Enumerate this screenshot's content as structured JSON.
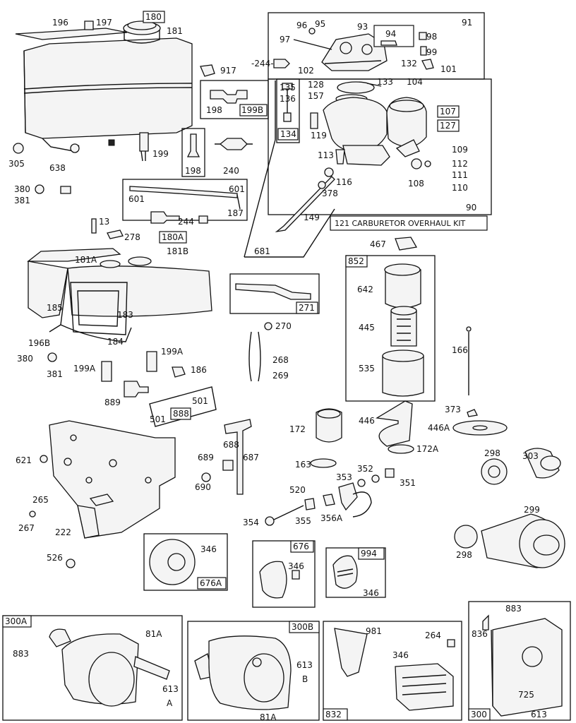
{
  "diagram": {
    "kit_title": "121 CARBURETOR OVERHAUL KIT",
    "labels": {
      "l196": "196",
      "l197": "197",
      "l180": "180",
      "l181": "181",
      "l917": "917",
      "l244a": "-244-",
      "l244b": "244",
      "l198a": "198",
      "l199b": "199B",
      "l198b": "198",
      "l199": "199",
      "l240": "240",
      "l305": "305",
      "l638": "638",
      "l135": "135",
      "l136": "136",
      "l134": "134",
      "l119": "119",
      "l91": "91",
      "l96": "96",
      "l95": "95",
      "l93": "93",
      "l94": "94",
      "l98": "98",
      "l99": "99",
      "l97": "97",
      "l132": "132",
      "l101": "101",
      "l102": "102",
      "l128": "128",
      "l133": "133",
      "l104": "104",
      "l157": "157",
      "l107": "107",
      "l127": "127",
      "l113": "113",
      "l116": "116",
      "l378": "378",
      "l149": "149",
      "l681": "681",
      "l109": "109",
      "l112": "112",
      "l111": "111",
      "l110": "110",
      "l108": "108",
      "l90": "90",
      "l380a": "380",
      "l381a": "381",
      "l601a": "601",
      "l601b": "601",
      "l187": "187",
      "l13": "13",
      "l278": "278",
      "l180a": "180A",
      "l181a": "181A",
      "l181b": "181B",
      "l185": "185",
      "l183": "183",
      "l196b": "196B",
      "l184": "184",
      "l380b": "380",
      "l381b": "381",
      "l199a1": "199A",
      "l199a2": "199A",
      "l186": "186",
      "l889": "889",
      "l888": "888",
      "l501a": "501",
      "l501b": "501",
      "l271": "271",
      "l270": "270",
      "l268": "268",
      "l269": "269",
      "l467": "467",
      "l852": "852",
      "l642": "642",
      "l445": "445",
      "l535": "535",
      "l166": "166",
      "l373": "373",
      "l446": "446",
      "l446a": "446A",
      "l172": "172",
      "l172a": "172A",
      "l163": "163",
      "l298a": "298",
      "l303": "303",
      "l299": "299",
      "l298b": "298",
      "l621": "621",
      "l265": "265",
      "l267": "267",
      "l222": "222",
      "l526": "526",
      "l689": "689",
      "l688": "688",
      "l687": "687",
      "l690": "690",
      "l353": "353",
      "l352": "352",
      "l351": "351",
      "l520": "520",
      "l354": "354",
      "l355": "355",
      "l356a": "356A",
      "l346a": "346",
      "l676a": "676A",
      "l676": "676",
      "l346b": "346",
      "l994": "994",
      "l346c": "346",
      "l300a": "300A",
      "l883a": "883",
      "l81a1": "81A",
      "l613a": "613",
      "lA": "A",
      "l300b": "300B",
      "l613b": "613",
      "lB": "B",
      "l81a2": "81A",
      "l981": "981",
      "l264": "264",
      "l346d": "346",
      "l832": "832",
      "l883b": "883",
      "l836": "836",
      "l725": "725",
      "l300": "300",
      "l613c": "613"
    }
  }
}
